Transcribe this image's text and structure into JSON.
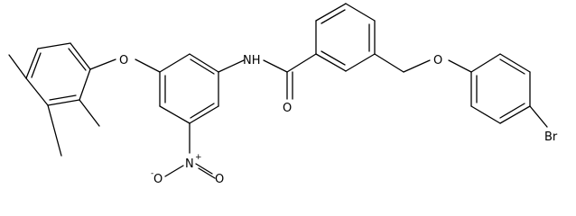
{
  "molecule": {
    "atoms": {
      "O_ether1": "O",
      "NH": "NH",
      "O_carbonyl": "O",
      "N_nitro": "N",
      "N_plus": "+",
      "O_nitro_left": "O",
      "O_minus": "-",
      "O_nitro_right": "O",
      "O_ether2": "O",
      "Br": "Br"
    }
  }
}
